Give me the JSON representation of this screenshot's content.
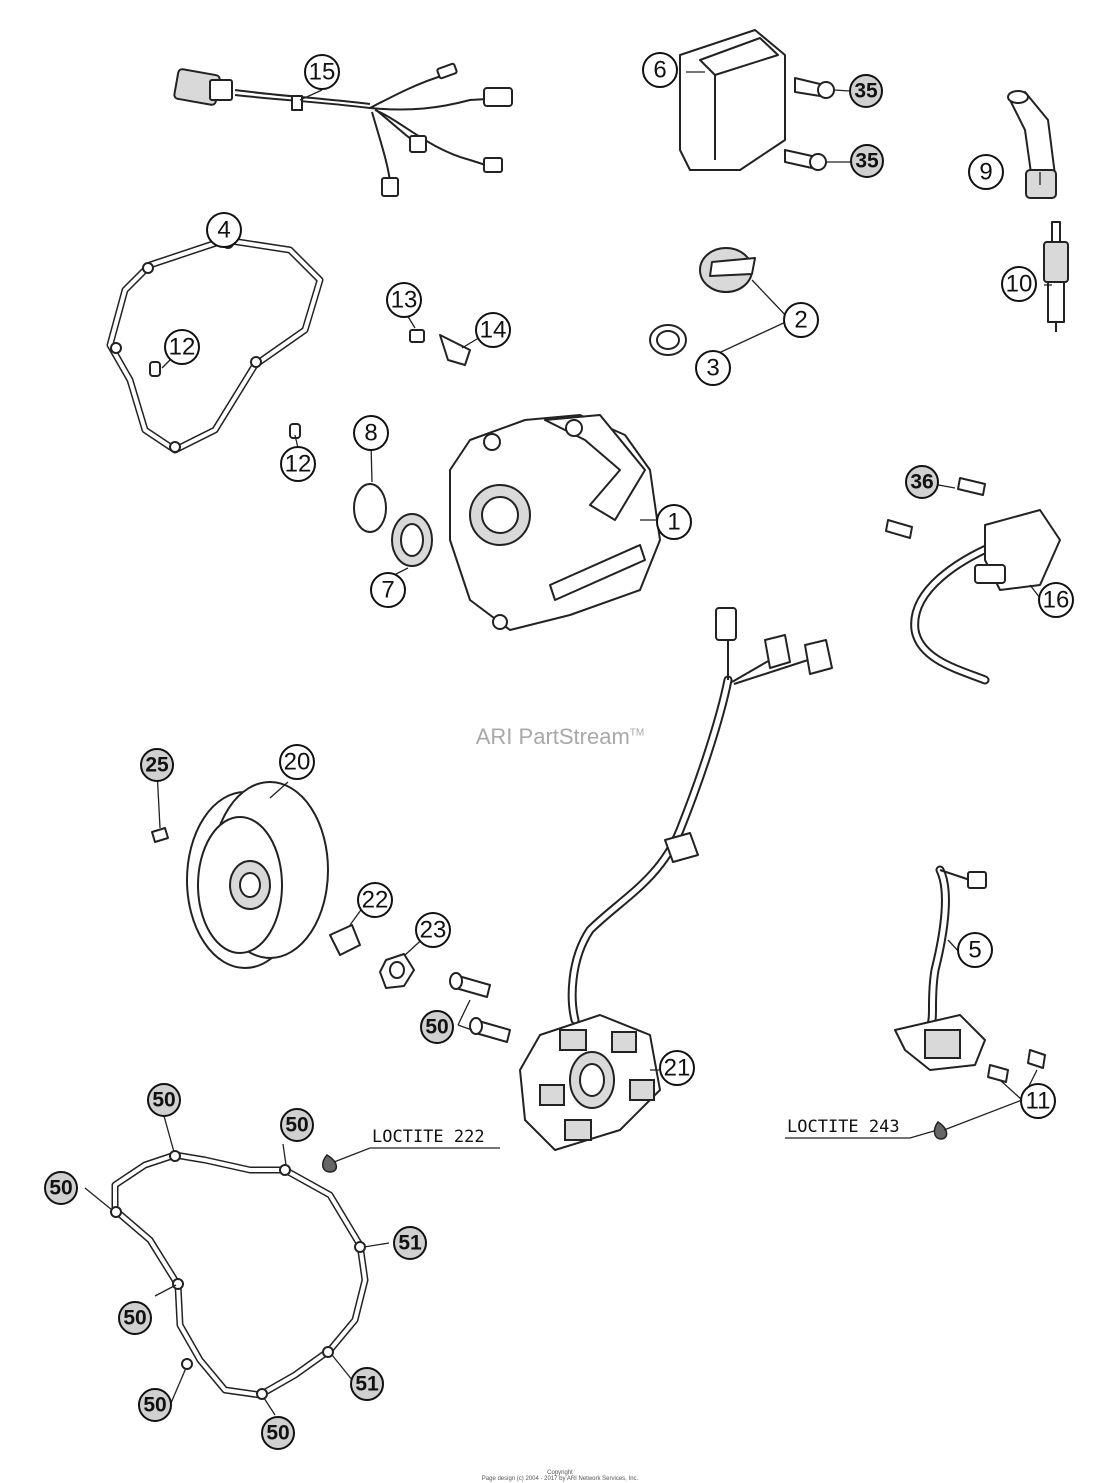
{
  "watermark": {
    "text": "ARI PartStream",
    "tm": "TM"
  },
  "copyright": {
    "line1": "Copyright",
    "line2": "Page design (c) 2004 - 2017 by ARI Network Services, Inc."
  },
  "notes": {
    "loctite_222": "LOCTITE 222",
    "loctite_243": "LOCTITE 243"
  },
  "callouts": {
    "c1": "1",
    "c2": "2",
    "c3": "3",
    "c4": "4",
    "c5": "5",
    "c6": "6",
    "c7": "7",
    "c8": "8",
    "c9": "9",
    "c10": "10",
    "c11": "11",
    "c12a": "12",
    "c12b": "12",
    "c13": "13",
    "c14": "14",
    "c15": "15",
    "c16": "16",
    "c20": "20",
    "c21": "21",
    "c22": "22",
    "c23": "23",
    "c25": "25",
    "c35a": "35",
    "c35b": "35",
    "c36": "36",
    "c50a": "50",
    "c50b": "50",
    "c50c": "50",
    "c50d": "50",
    "c50e": "50",
    "c50f": "50",
    "c50g": "50",
    "c51a": "51",
    "c51b": "51"
  }
}
